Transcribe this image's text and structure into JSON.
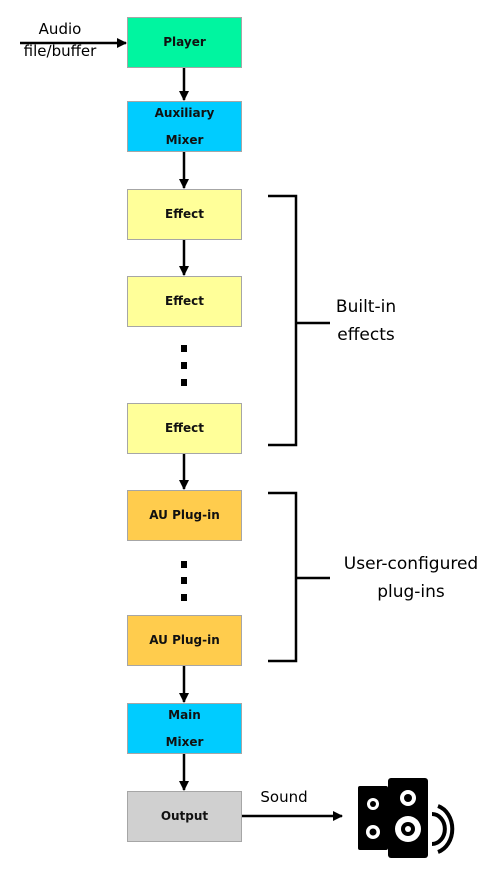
{
  "colors": {
    "player": "#00f5a0",
    "mixer": "#00ccff",
    "effect": "#ffff99",
    "plugin": "#ffcc4d",
    "output": "#d0d0d0",
    "box_border": "#a6a6a6",
    "line": "#000000"
  },
  "input": {
    "label_line1": "Audio",
    "label_line2": "file/buffer"
  },
  "nodes": {
    "player": "Player",
    "aux_mixer_line1": "Auxiliary",
    "aux_mixer_line2": "Mixer",
    "effect_1": "Effect",
    "effect_2": "Effect",
    "effect_3": "Effect",
    "plugin_1": "AU Plug-in",
    "plugin_2": "AU Plug-in",
    "main_mixer_line1": "Main",
    "main_mixer_line2": "Mixer",
    "output": "Output"
  },
  "groups": {
    "builtin_line1": "Built-in",
    "builtin_line2": "effects",
    "user_line1": "User-configured",
    "user_line2": "plug-ins"
  },
  "output_edge": {
    "label": "Sound"
  },
  "icons": {
    "speaker": "speaker-icon"
  }
}
